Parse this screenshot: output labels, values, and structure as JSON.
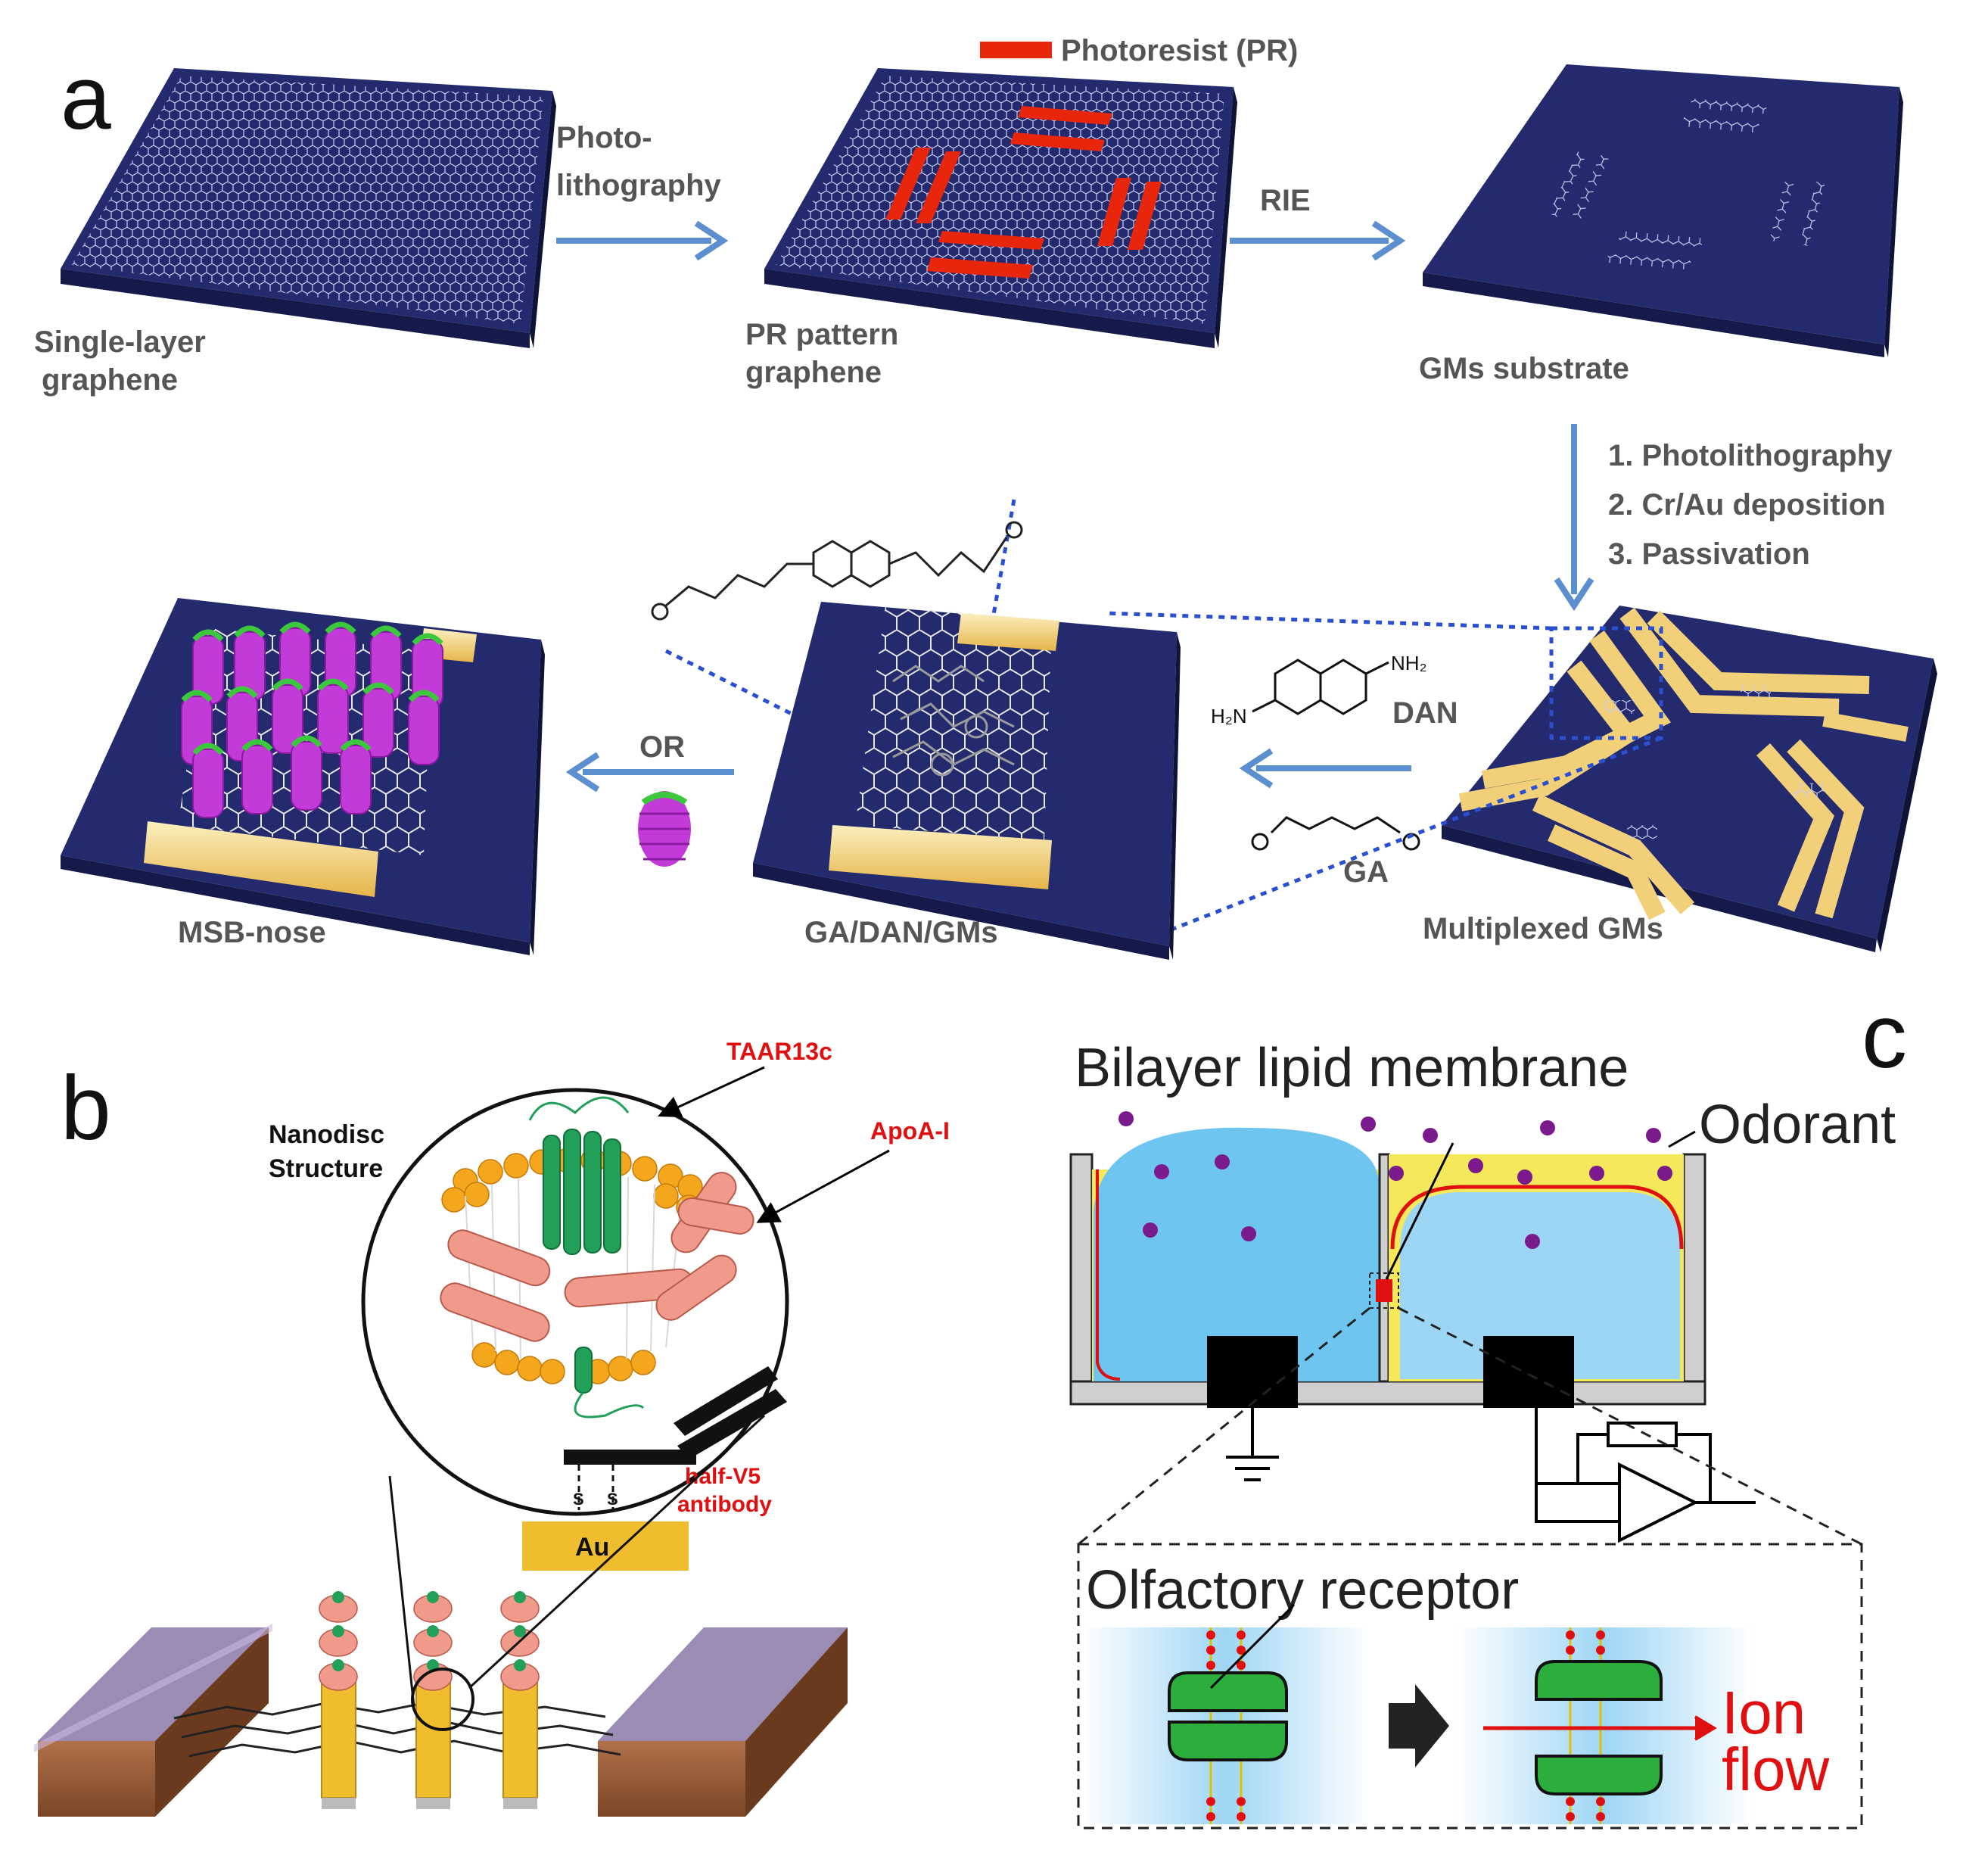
{
  "panel_a": {
    "label": "a",
    "legend": "Photoresist (PR)",
    "arrow_photolithography_line1": "Photo-",
    "arrow_photolithography_line2": "lithography",
    "arrow_rie": "RIE",
    "step_single_line1": "Single-layer",
    "step_single_line2": "graphene",
    "step_pr_line1": "PR pattern",
    "step_pr_line2": "graphene",
    "step_gms": "GMs substrate",
    "steps_list": [
      "1. Photolithography",
      "2. Cr/Au deposition",
      "3. Passivation"
    ],
    "dan_label": "DAN",
    "ga_label": "GA",
    "or_label": "OR",
    "nh2": "NH₂",
    "h2n": "H₂N",
    "step_multiplexed": "Multiplexed GMs",
    "step_ga_dan": "GA/DAN/GMs",
    "step_msb": "MSB-nose"
  },
  "panel_b": {
    "label": "b",
    "nanodisc_line1": "Nanodisc",
    "nanodisc_line2": "Structure",
    "taar": "TAAR13c",
    "apoa": "ApoA-I",
    "antibody_line1": "half-V5",
    "antibody_line2": "antibody",
    "au": "Au",
    "s1": "S",
    "s2": "S"
  },
  "panel_c": {
    "label": "c",
    "bilayer": "Bilayer lipid membrane",
    "odorant": "Odorant",
    "receptor": "Olfactory receptor",
    "ion_line1": "Ion",
    "ion_line2": "flow"
  },
  "colors": {
    "substrate": "#232a6e",
    "arrow": "#5b8fd0",
    "photoresist": "#e8260c",
    "gold": "#f2d07a",
    "blue_fluid": "#6ec6f0",
    "odorant": "#7a1a8c",
    "receptor": "#2cae3c"
  }
}
